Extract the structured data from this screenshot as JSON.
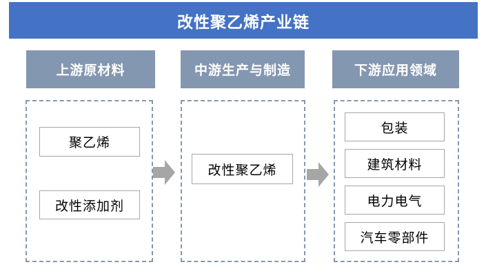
{
  "title": "改性聚乙烯产业链",
  "colors": {
    "title_bar": "#4472C4",
    "column_header": "#8497B0",
    "dashed_border": "#8497B0",
    "node_border": "#A6A6A6",
    "arrow": "#A6A6A6",
    "title_text": "#FFFFFF",
    "node_text": "#000000"
  },
  "columns": [
    {
      "header": "上游原材料",
      "items": [
        "聚乙烯",
        "改性添加剂"
      ]
    },
    {
      "header": "中游生产与制造",
      "items": [
        "改性聚乙烯"
      ]
    },
    {
      "header": "下游应用领域",
      "items": [
        "包装",
        "建筑材料",
        "电力电气",
        "汽车零部件"
      ]
    }
  ],
  "arrows": [
    {
      "name": "upstream-to-midstream",
      "direction": "right"
    },
    {
      "name": "midstream-to-downstream",
      "direction": "right"
    }
  ]
}
